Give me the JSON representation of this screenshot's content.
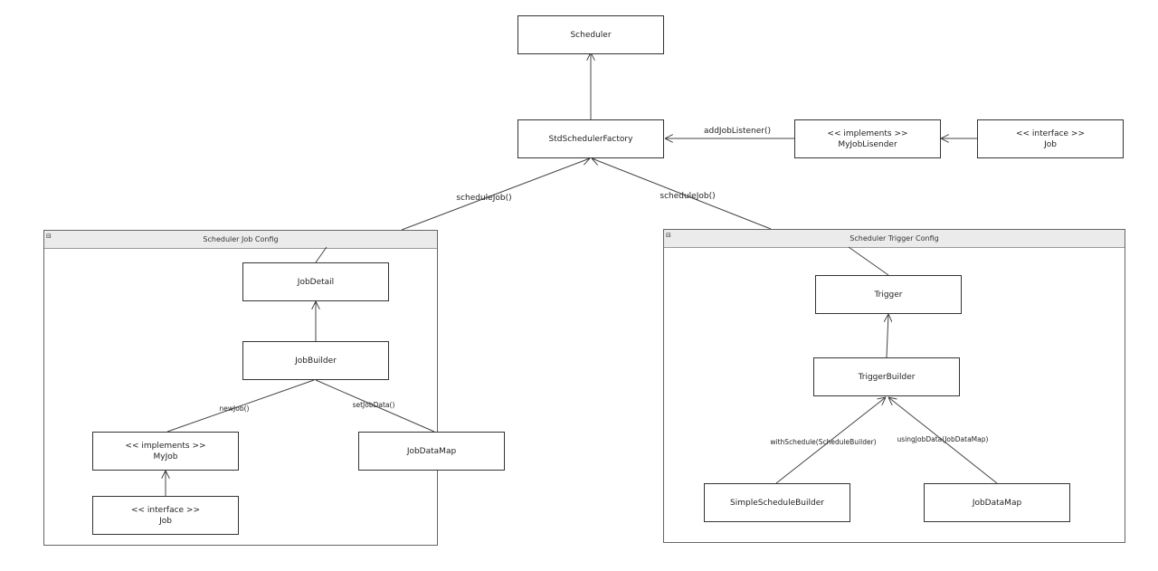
{
  "nodes": {
    "scheduler": "Scheduler",
    "factory": "StdSchedulerFactory",
    "listener": {
      "stereo": "<< implements >>",
      "name": "MyJobLisender"
    },
    "job_iface_top": {
      "stereo": "<< interface >>",
      "name": "Job"
    },
    "job_detail": "JobDetail",
    "job_builder": "JobBuilder",
    "my_job": {
      "stereo": "<< implements >>",
      "name": "MyJob"
    },
    "job_iface_left": {
      "stereo": "<< interface >>",
      "name": "Job"
    },
    "job_data_map_left": "JobDataMap",
    "trigger": "Trigger",
    "trigger_builder": "TriggerBuilder",
    "simple_schedule_builder": "SimpleScheduleBuilder",
    "job_data_map_right": "JobDataMap"
  },
  "packages": {
    "job_config": {
      "title": "Scheduler Job Config",
      "toggle": "⊟"
    },
    "trigger_config": {
      "title": "Scheduler Trigger Config",
      "toggle": "⊟"
    }
  },
  "edges": {
    "add_job_listener": "addJobListener()",
    "schedule_job_left": "scheduleJob()",
    "schedule_job_right": "scheduleJob()",
    "new_job": "newJob()",
    "set_job_data": "setJobData()",
    "with_schedule": "withSchedule(ScheduleBuilder)",
    "using_job_data": "usingJobData(JobDataMap)"
  }
}
